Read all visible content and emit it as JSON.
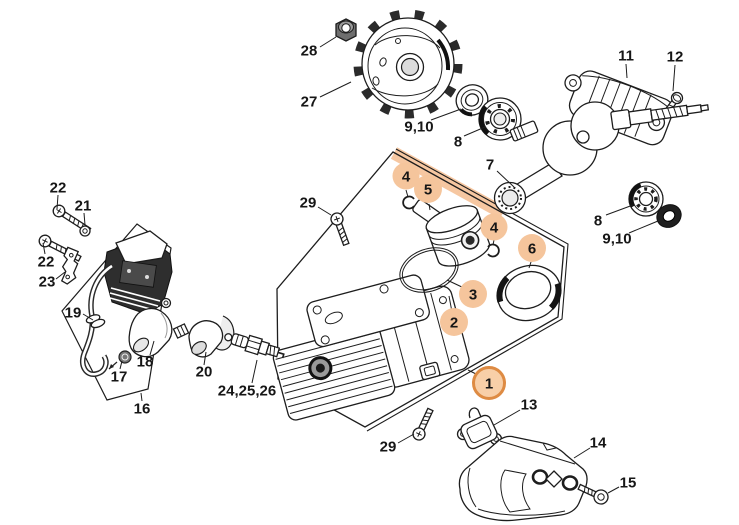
{
  "diagram": {
    "type": "exploded-parts-diagram",
    "colors": {
      "background": "#ffffff",
      "line": "#1d1d1d",
      "highlight_fill": "#f5c59c",
      "highlight_selected_fill": "#f8cfa8",
      "highlight_ring": "#de8b43",
      "highlight_band": "#f3b582"
    },
    "callouts": {
      "n28": "28",
      "n27": "27",
      "n910_top": "9,10",
      "n8_top": "8",
      "n11": "11",
      "n12": "12",
      "n7": "7",
      "n8_right": "8",
      "n910_right": "9,10",
      "n22_top": "22",
      "n21": "21",
      "n22_mid": "22",
      "n23": "23",
      "n19": "19",
      "n18": "18",
      "n17": "17",
      "n16": "16",
      "n20": "20",
      "n242526": "24,25,26",
      "n29_left": "29",
      "n29_bottom": "29",
      "n13": "13",
      "n14": "14",
      "n15": "15"
    },
    "highlighted_callouts": {
      "h1": "1",
      "h2": "2",
      "h3": "3",
      "h4_left": "4",
      "h4_right": "4",
      "h5": "5",
      "h6": "6"
    }
  }
}
